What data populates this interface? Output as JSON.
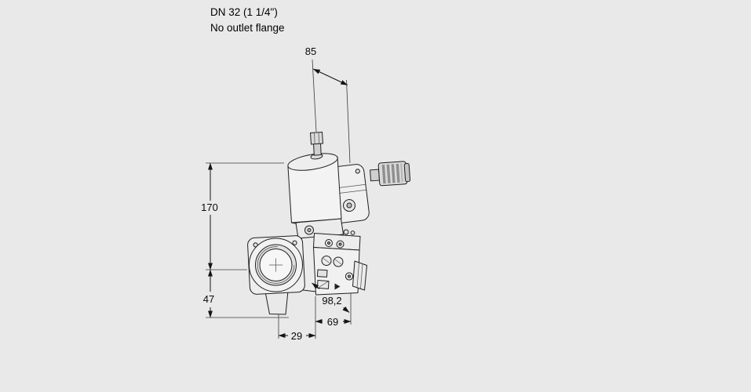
{
  "header": {
    "line1": "DN 32 (1 1/4\")",
    "line2": "No outlet flange"
  },
  "dimensions": {
    "top_width_mm": "85",
    "height_upper_mm": "170",
    "height_lower_mm": "47",
    "depth_mm": "98,2",
    "bottom_right_mm": "69",
    "bottom_left_mm": "29"
  },
  "drawing": {
    "subject": "gas solenoid valve, axonometric line drawing"
  },
  "colors": {
    "background": "#e9e9e9",
    "line": "#1c1c1c",
    "fill_light": "#f2f2f2",
    "connector_band": "#8f8f8f"
  }
}
